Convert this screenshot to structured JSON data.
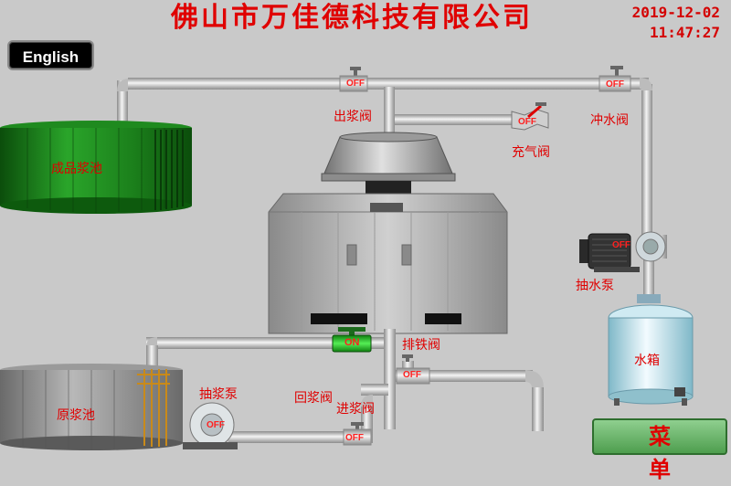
{
  "header": {
    "company_name": "佛山市万佳德科技有限公司",
    "date": "2019-12-02",
    "time": "11:47:27"
  },
  "controls": {
    "language_button": "English",
    "menu_button": "菜 单"
  },
  "labels": {
    "product_tank": "成品浆池",
    "raw_tank": "原浆池",
    "water_tank": "水箱",
    "slurry_out_valve": "出浆阀",
    "air_fill_valve": "充气阀",
    "flush_valve": "冲水阀",
    "water_pump": "抽水泵",
    "iron_discharge_valve": "排铁阀",
    "slurry_pump": "抽浆泵",
    "return_valve": "回浆阀",
    "inlet_valve": "进浆阀"
  },
  "states": {
    "slurry_out_valve": "OFF",
    "air_fill_valve": "OFF",
    "flush_valve": "OFF",
    "water_pump": "OFF",
    "return_valve": "ON",
    "iron_discharge_valve": "OFF",
    "slurry_pump": "OFF",
    "inlet_valve": "OFF"
  },
  "colors": {
    "background": "#c9c9c9",
    "title_red": "#e00000",
    "tank_green": "#1f7a1f",
    "valve_on_green": "#22cc22",
    "pipe": "#dcdcdc"
  }
}
